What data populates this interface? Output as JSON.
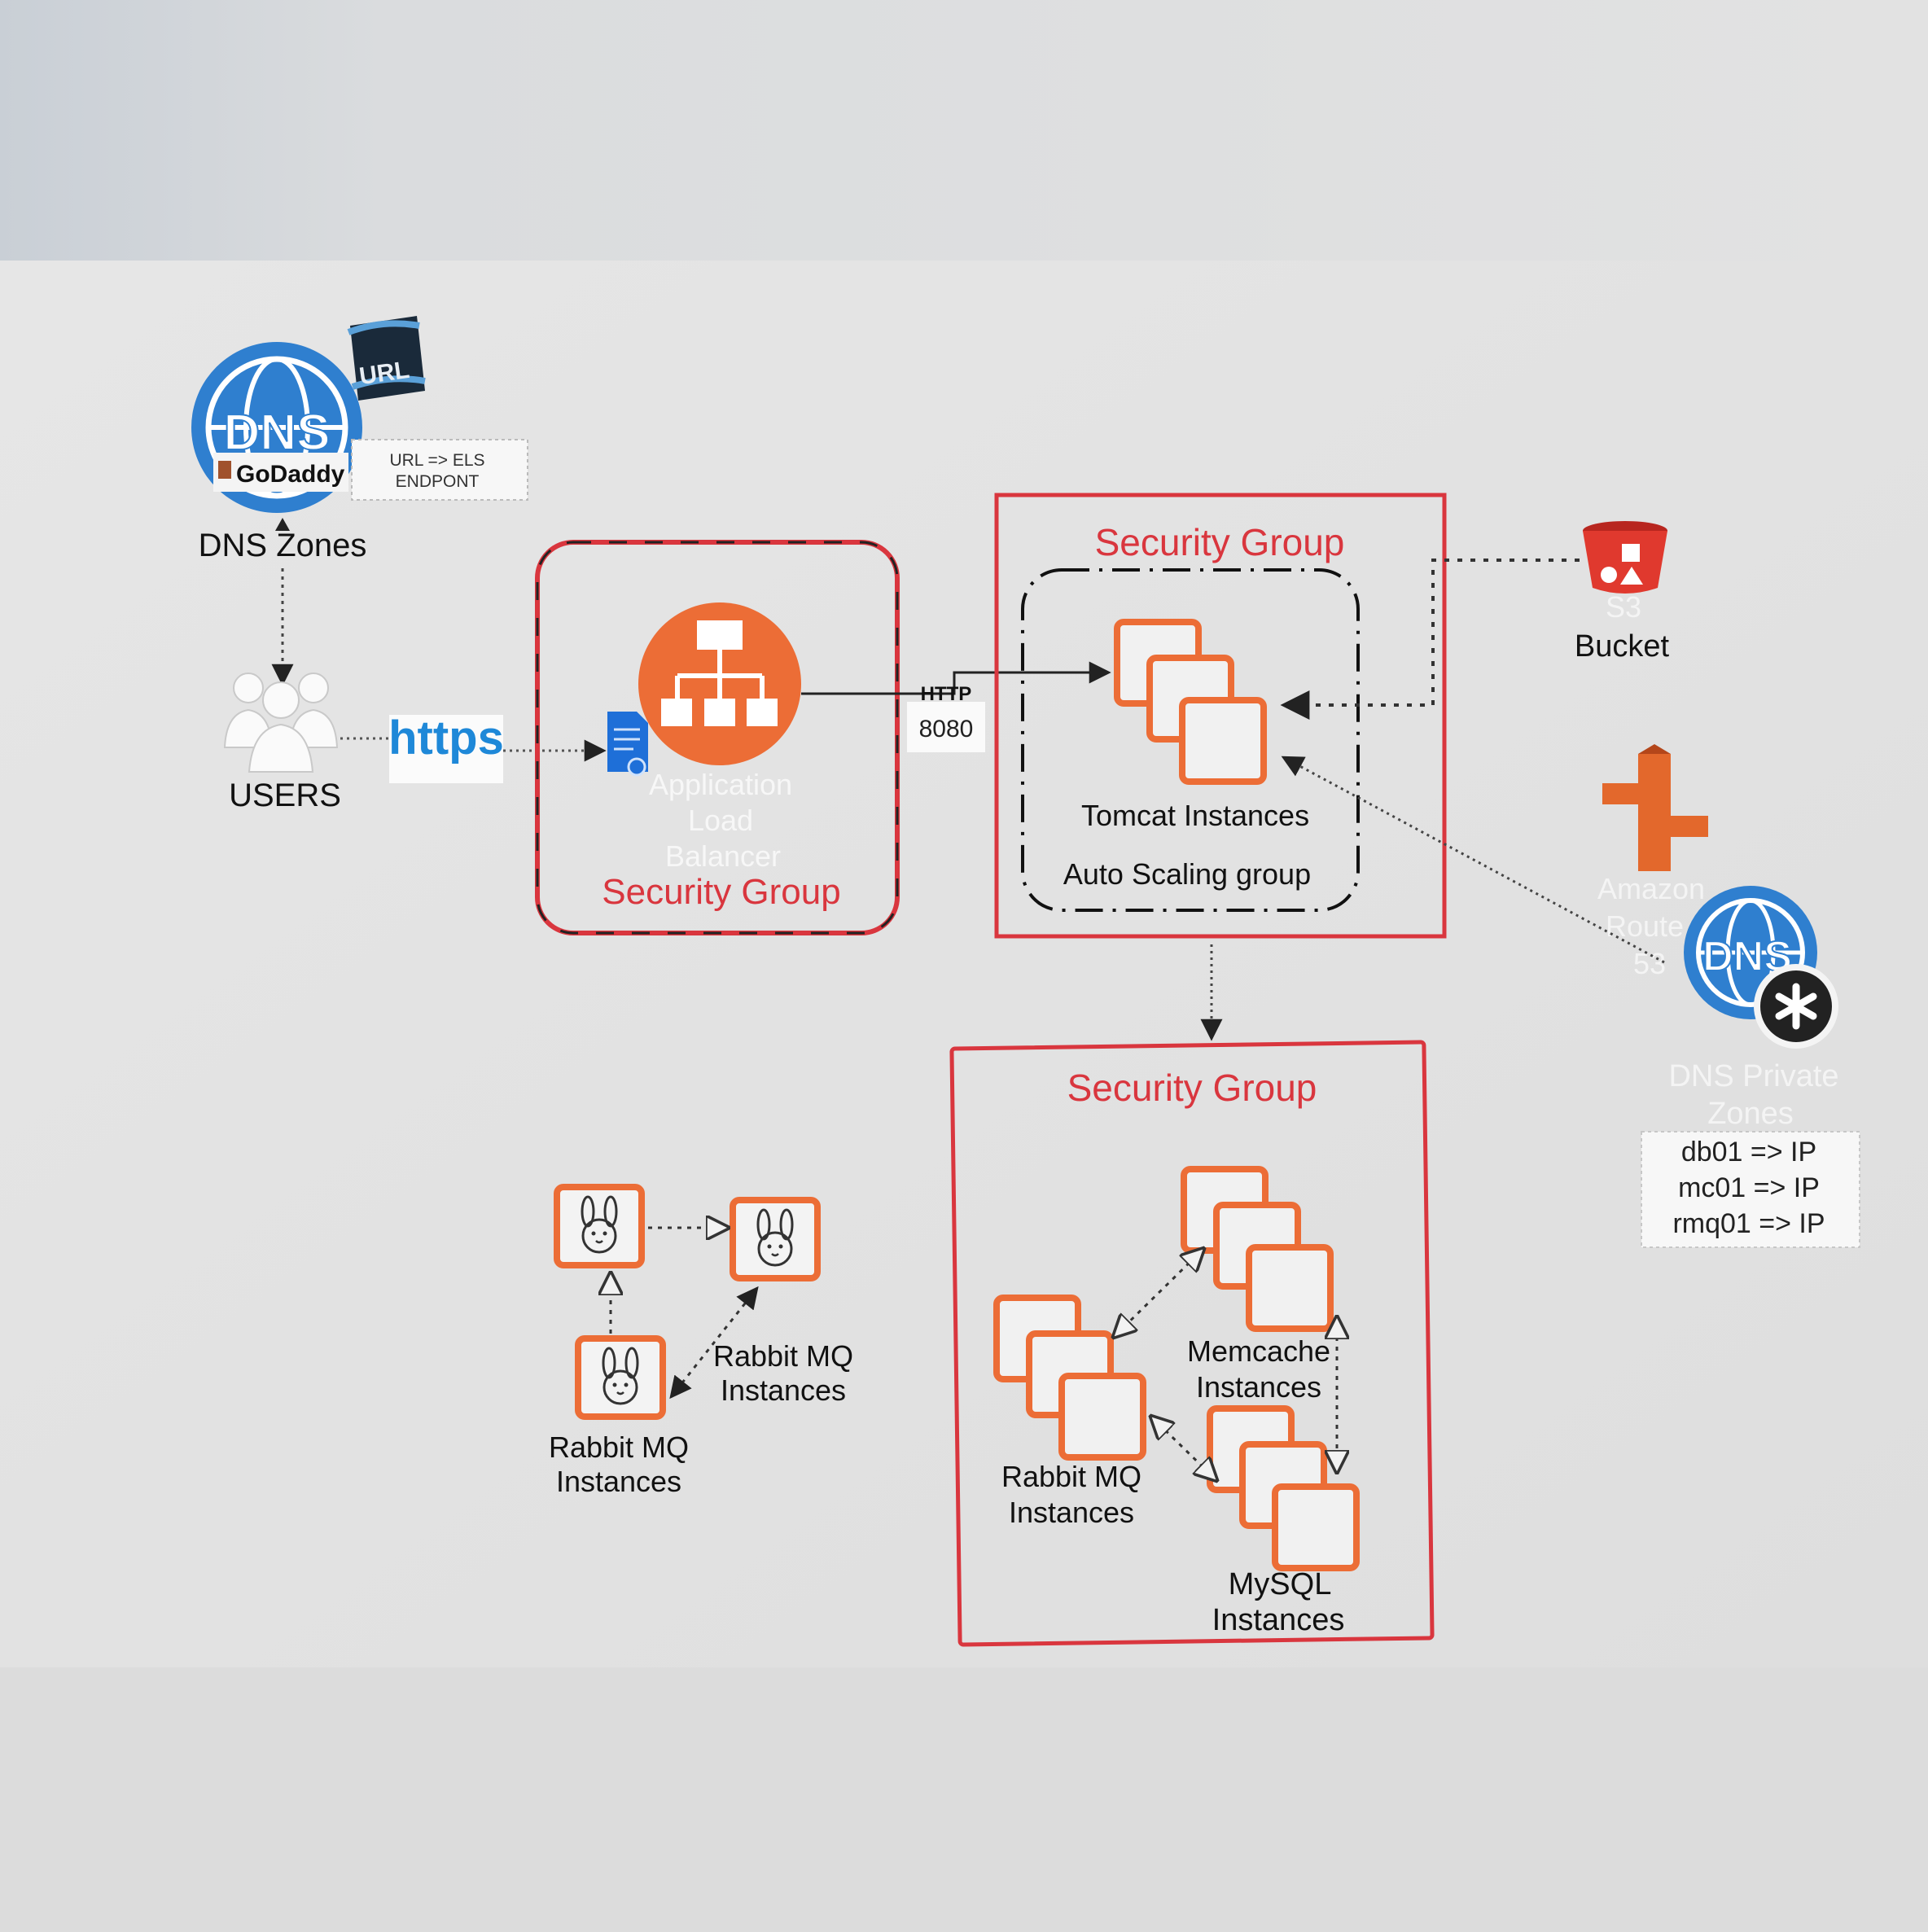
{
  "colors": {
    "accent_red": "#d9363e",
    "aws_orange": "#ec6d36",
    "dns_blue": "#2f7fcf",
    "https_blue": "#1e88d8",
    "background": "#e4e4e4"
  },
  "dns_zones": {
    "badge_text": "DNS",
    "url_icon_text": "URL",
    "provider_text": "GoDaddy",
    "note_line1": "URL => ELS",
    "note_line2": "ENDPONT",
    "label": "DNS Zones"
  },
  "users": {
    "label": "USERS",
    "https_label": "https"
  },
  "load_balancer": {
    "label_line1": "Application",
    "label_line2": "Load",
    "label_line3": "Balancer",
    "security_group_label": "Security Group"
  },
  "connection": {
    "protocol": "HTTP",
    "port": "8080"
  },
  "app_tier": {
    "security_group_label": "Security Group",
    "instances_label": "Tomcat Instances",
    "asg_label": "Auto Scaling group"
  },
  "s3": {
    "label_line1": "S3",
    "label_line2": "Bucket"
  },
  "route53": {
    "label_line1": "Amazon",
    "label_line2": "Route",
    "label_line3": "53",
    "dns_badge": "DNS",
    "private_label_line1": "DNS Private",
    "private_label_line2": "Zones",
    "records": [
      "db01 => IP",
      "mc01 => IP",
      "rmq01 => IP"
    ]
  },
  "backend_tier": {
    "security_group_label": "Security Group",
    "memcache_line1": "Memcache",
    "memcache_line2": "Instances",
    "rabbit_line1": "Rabbit MQ",
    "rabbit_line2": "Instances",
    "mysql_line1": "MySQL",
    "mysql_line2": "Instances"
  },
  "rabbit_cluster": {
    "label_a_line1": "Rabbit MQ",
    "label_a_line2": "Instances",
    "label_b_line1": "Rabbit MQ",
    "label_b_line2": "Instances"
  }
}
